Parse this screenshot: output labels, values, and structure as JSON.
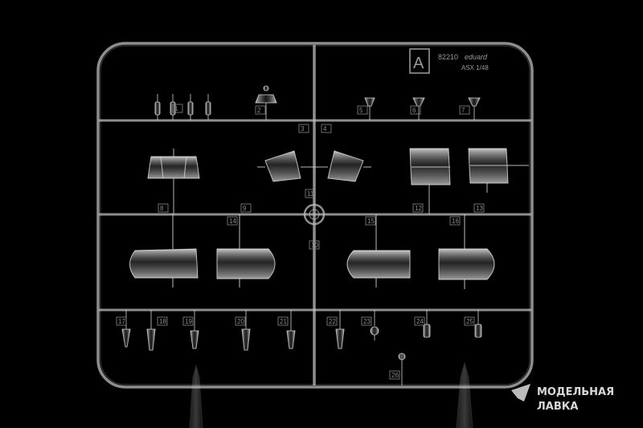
{
  "sprue": {
    "letter": "A",
    "code": "82210",
    "brand": "eduard",
    "scale": "ASX 1/48"
  },
  "part_numbers": [
    "1",
    "2",
    "3",
    "4",
    "5",
    "6",
    "7",
    "8",
    "9",
    "10",
    "11",
    "12",
    "13",
    "14",
    "15",
    "16",
    "17",
    "18",
    "19",
    "20",
    "21",
    "22",
    "23",
    "24",
    "25",
    "26"
  ],
  "watermark": {
    "line1": "МОДЕЛЬНАЯ",
    "line2": "ЛАВКА"
  }
}
